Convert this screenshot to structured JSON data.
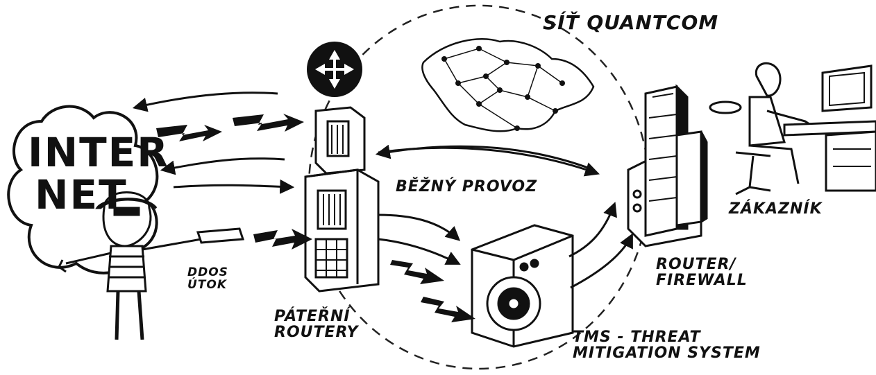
{
  "title": "SÍŤ QUANTCOM",
  "labels": {
    "internet_line1": "INTER",
    "internet_line2": "NET",
    "ddos_line1": "DDoS",
    "ddos_line2": "ÚTOK",
    "backbone_line1": "PÁTEŘNÍ",
    "backbone_line2": "ROUTERY",
    "normal_traffic": "BĚŽNÝ PROVOZ",
    "customer": "ZÁKAZNÍK",
    "router_line1": "ROUTER/",
    "router_line2": "FIREWALL",
    "tms_line1": "TMS - THREAT",
    "tms_line2": "MITIGATION SYSTEM"
  },
  "icons": [
    "internet-cloud-icon",
    "attacker-icon",
    "router-symbol-icon",
    "backbone-router-icon",
    "czech-map-icon",
    "firewall-icon",
    "washing-machine-icon",
    "customer-icon"
  ]
}
